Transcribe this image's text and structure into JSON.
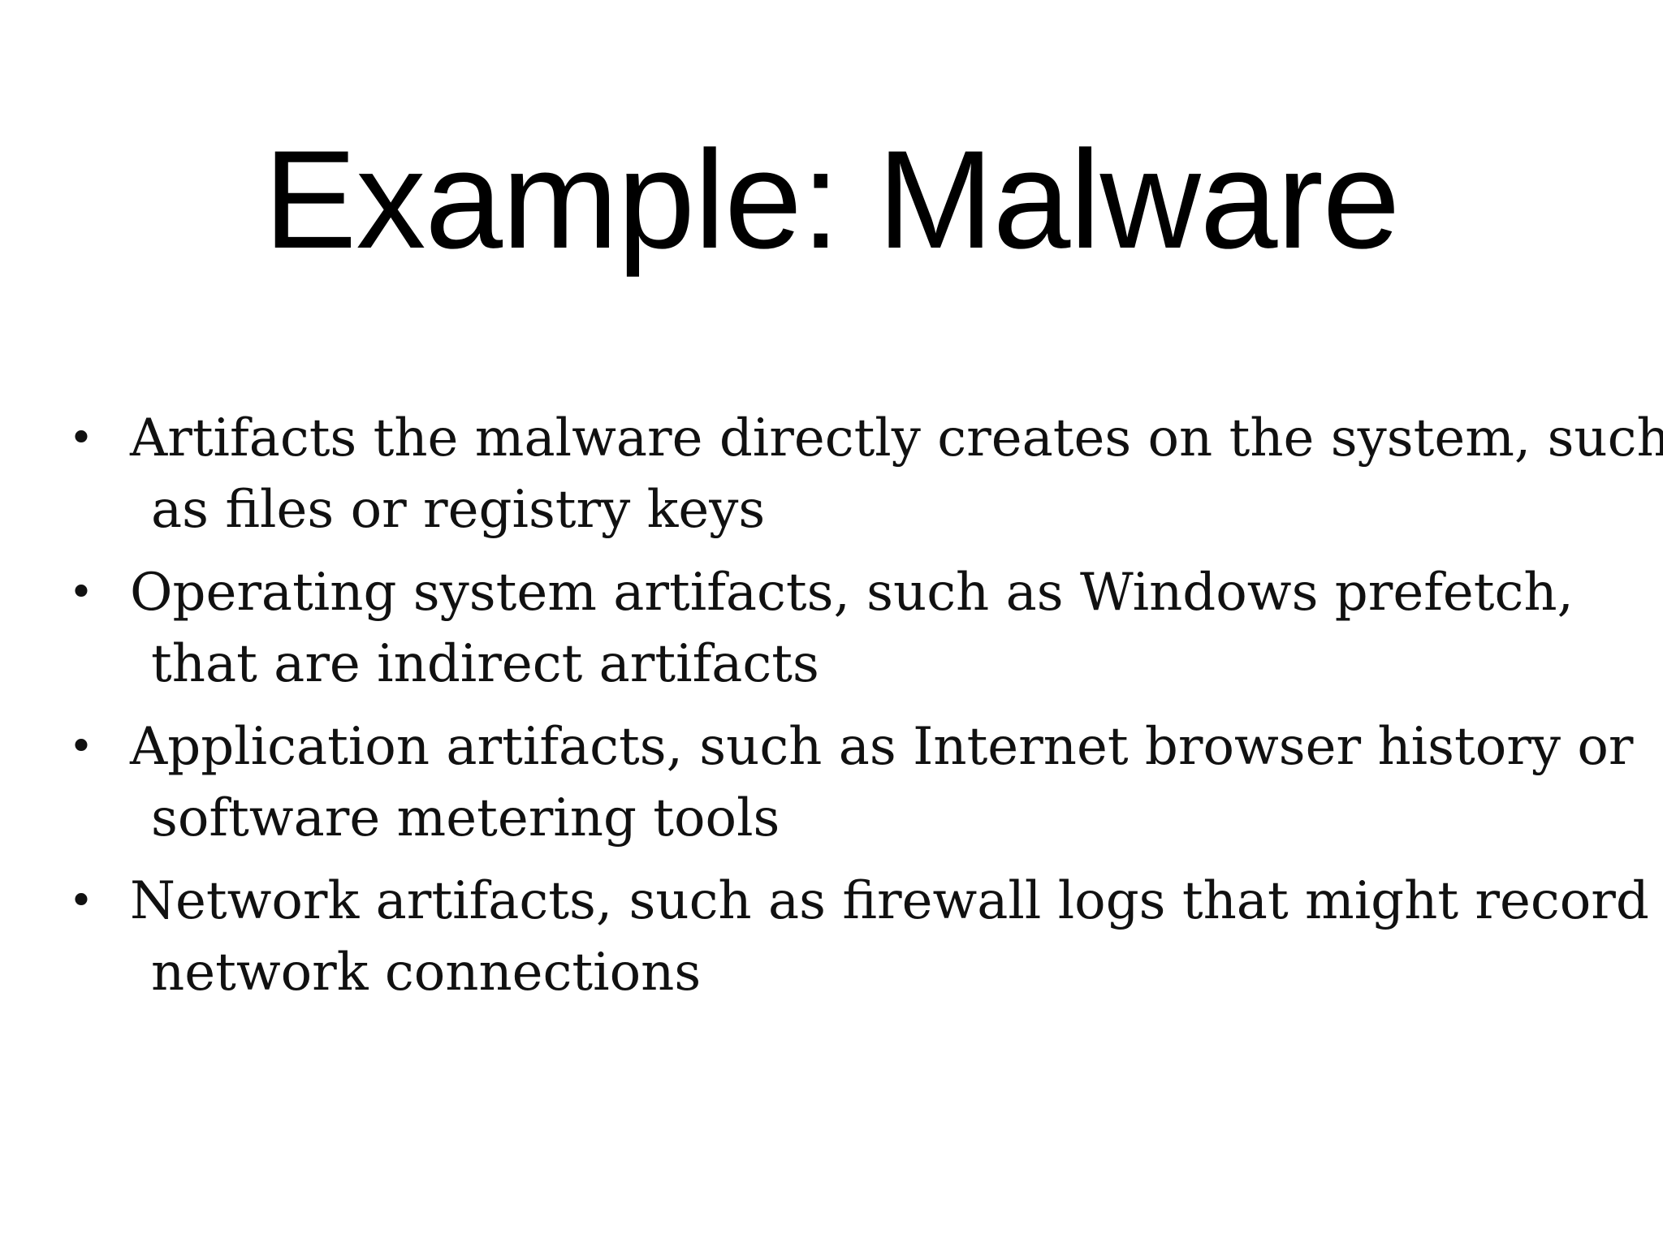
{
  "slide": {
    "title": "Example: Malware",
    "bullets": [
      {
        "lines": [
          "Artifacts the malware directly creates on the system, such",
          "as files or registry keys"
        ]
      },
      {
        "lines": [
          "Operating system artifacts, such as Windows prefetch,",
          "that are indirect artifacts"
        ]
      },
      {
        "lines": [
          "Application artifacts, such as Internet browser history or",
          "software metering tools"
        ]
      },
      {
        "lines": [
          "Network artifacts, such as firewall logs that might record",
          "network connections"
        ]
      }
    ]
  }
}
